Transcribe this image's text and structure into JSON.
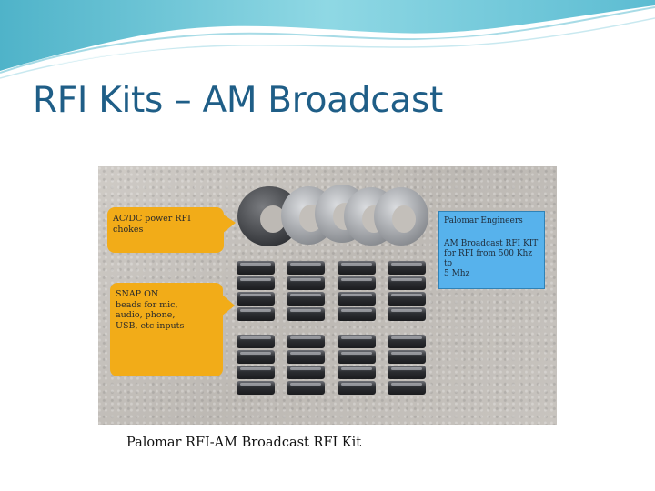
{
  "slide": {
    "title": "RFI Kits – AM Broadcast",
    "caption": "Palomar  RFI-AM Broadcast RFI Kit"
  },
  "photo": {
    "callout_chokes": "AC/DC power RFI\nchokes",
    "callout_beads": "SNAP ON\nbeads for mic,\naudio, phone,\nUSB, etc inputs",
    "label_brand": "Palomar Engineers",
    "label_desc": "AM Broadcast RFI KIT\nfor RFI from 500 Khz to\n5 Mhz"
  },
  "colors": {
    "title": "#1f5e87",
    "wave_teal": "#79cbd8",
    "callout": "#f2ac18",
    "label_box": "#57b2ec"
  }
}
